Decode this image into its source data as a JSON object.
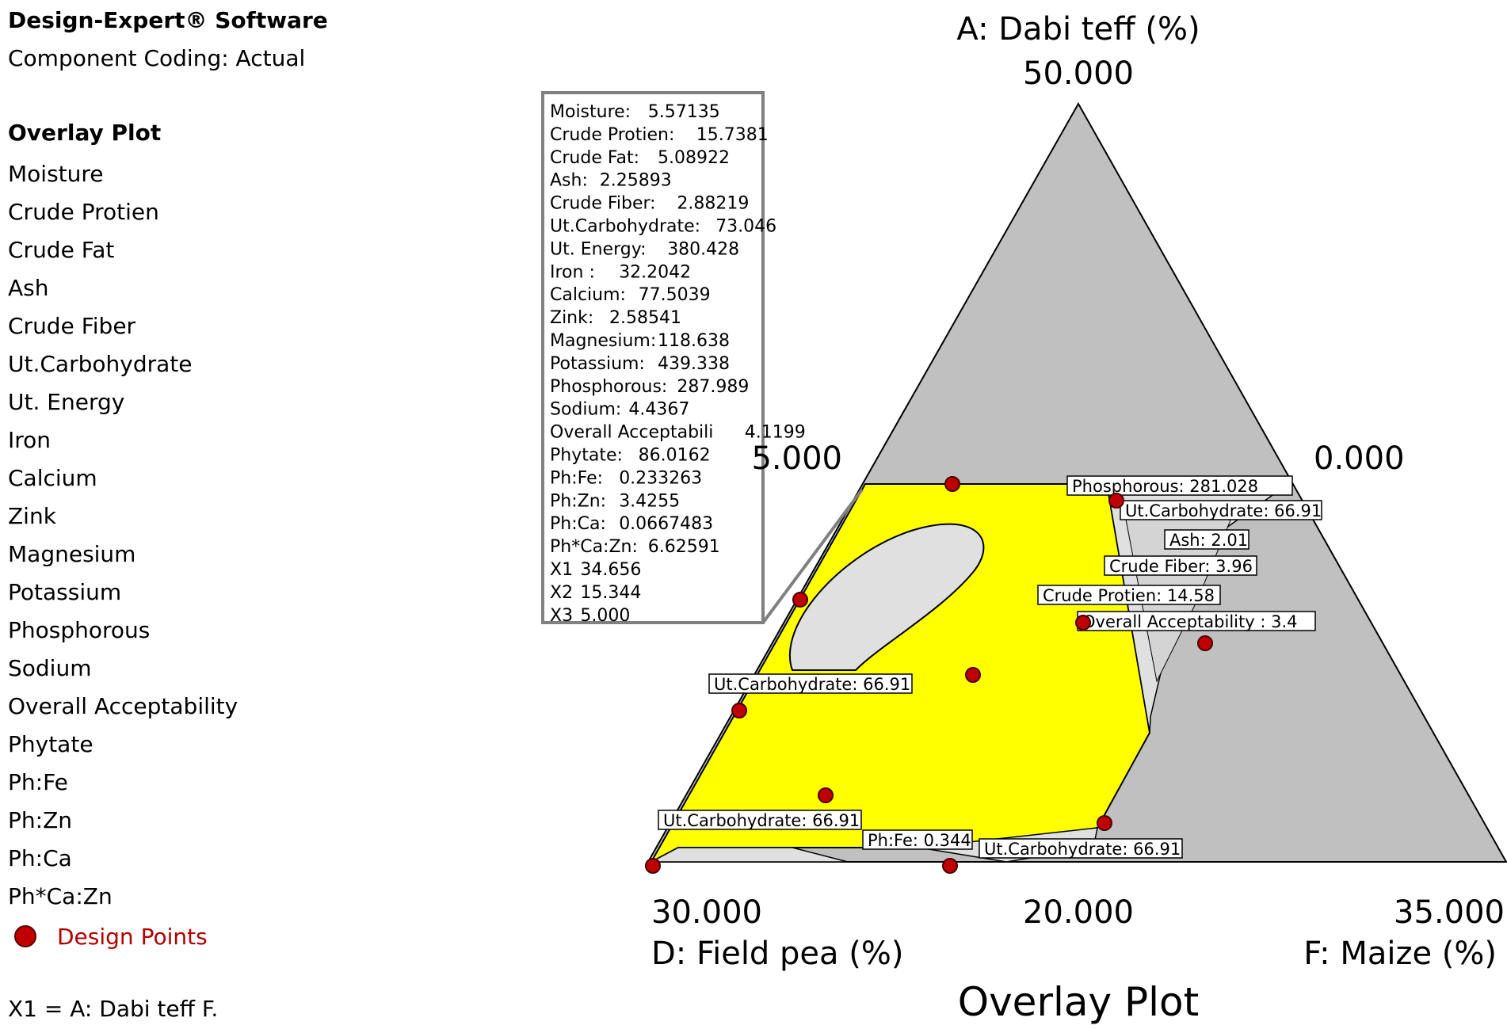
{
  "header": {
    "app_title": "Design-Expert® Software",
    "component_coding": "Component Coding: Actual",
    "overlay_plot_label": "Overlay Plot"
  },
  "legend": {
    "responses": [
      "Moisture",
      "Crude Protien",
      "Crude Fat",
      "Ash",
      "Crude Fiber",
      "Ut.Carbohydrate",
      "Ut. Energy",
      "Iron",
      "Calcium",
      "Zink",
      "Magnesium",
      "Potassium",
      "Phosphorous",
      "Sodium",
      "Overall Acceptability",
      "Phytate",
      "Ph:Fe",
      "Ph:Zn",
      "Ph:Ca",
      "Ph*Ca:Zn"
    ],
    "design_points_label": "Design Points",
    "design_points_color": "#c00000"
  },
  "footer": {
    "x1_definition": "X1 = A: Dabi teff F."
  },
  "colors": {
    "feasible_region": "#ffff00",
    "infeasible_region": "#c0c0c0",
    "contour_fill": "#e0e0e0",
    "design_point": "#c00000"
  },
  "chart_data": {
    "type": "ternary",
    "title": "Overlay Plot",
    "axes": {
      "top": {
        "title": "A: Dabi teff (%)",
        "value_label": "50.000"
      },
      "left": {
        "title": "D: Field pea (%)",
        "value_label": "30.000",
        "side_value_label": "5.000"
      },
      "right": {
        "title": "F: Maize (%)",
        "value_label": "35.000",
        "side_value_label": "0.000"
      },
      "bottom_center_label": "20.000"
    },
    "flag": [
      {
        "label": "Moisture:",
        "value": "5.57135"
      },
      {
        "label": "Crude Protien:",
        "value": "15.7381"
      },
      {
        "label": "Crude Fat:",
        "value": "5.08922"
      },
      {
        "label": "Ash:",
        "value": "2.25893"
      },
      {
        "label": "Crude Fiber:",
        "value": "2.88219"
      },
      {
        "label": "Ut.Carbohydrate:",
        "value": "73.046"
      },
      {
        "label": "Ut. Energy:",
        "value": "380.428"
      },
      {
        "label": "Iron :",
        "value": "32.2042"
      },
      {
        "label": "Calcium:",
        "value": "77.5039"
      },
      {
        "label": "Zink:",
        "value": "2.58541"
      },
      {
        "label": "Magnesium:",
        "value": "118.638"
      },
      {
        "label": "Potassium:",
        "value": "439.338"
      },
      {
        "label": "Phosphorous:",
        "value": "287.989"
      },
      {
        "label": "Sodium:",
        "value": "4.4367"
      },
      {
        "label": "Overall Acceptabili",
        "value": "4.1199"
      },
      {
        "label": "Phytate:",
        "value": "86.0162"
      },
      {
        "label": "Ph:Fe:",
        "value": "0.233263"
      },
      {
        "label": "Ph:Zn:",
        "value": "3.4255"
      },
      {
        "label": "Ph:Ca:",
        "value": "0.0667483"
      },
      {
        "label": "Ph*Ca:Zn:",
        "value": "6.62591"
      },
      {
        "label": "X1",
        "value": "34.656"
      },
      {
        "label": "X2",
        "value": "15.344"
      },
      {
        "label": "X3",
        "value": "5.000"
      }
    ],
    "contour_labels": [
      "Phosphorous: 281.028",
      "Ut.Carbohydrate: 66.91",
      "Ash: 2.01",
      "Crude Fiber: 3.96",
      "Crude Protien: 14.58",
      "Overall Acceptability : 3.4",
      "Ut.Carbohydrate: 66.91",
      "Ut.Carbohydrate: 66.91",
      "Ph:Fe: 0.344",
      "Ut.Carbohydrate: 66.91"
    ]
  }
}
